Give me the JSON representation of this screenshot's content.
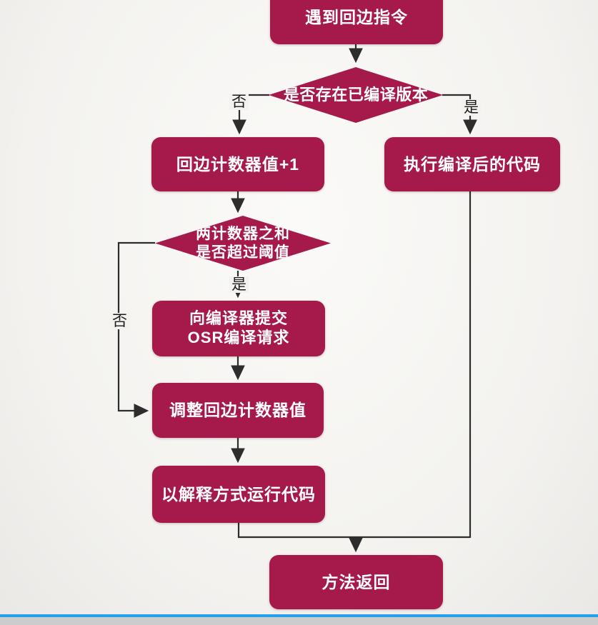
{
  "palette": {
    "node_fill": "#a6194b",
    "node_text": "#ffffff",
    "edge_color": "#2d2d2d",
    "label_text": "#1c1c1c",
    "canvas_bg": "#f3f2ef",
    "canvas_bg_light": "#fbfaf8",
    "accent_line": "#25a0ec",
    "footer_strip": "#cccccc"
  },
  "nodes": {
    "start": {
      "label": "遇到回边指令"
    },
    "decision_compiled": {
      "label": "是否存在已编译版本"
    },
    "inc_counter": {
      "label": "回边计数器值+1"
    },
    "exec_compiled": {
      "label": "执行编译后的代码"
    },
    "decision_threshold": {
      "line1": "两计数器之和",
      "line2": "是否超过阈值"
    },
    "submit_osr": {
      "line1": "向编译器提交",
      "line2": "OSR编译请求"
    },
    "adjust_counter": {
      "label": "调整回边计数器值"
    },
    "run_interpreted": {
      "label": "以解释方式运行代码"
    },
    "method_return": {
      "label": "方法返回"
    }
  },
  "edge_labels": {
    "compiled_no": "否",
    "compiled_yes": "是",
    "threshold_yes": "是",
    "threshold_no": "否"
  }
}
